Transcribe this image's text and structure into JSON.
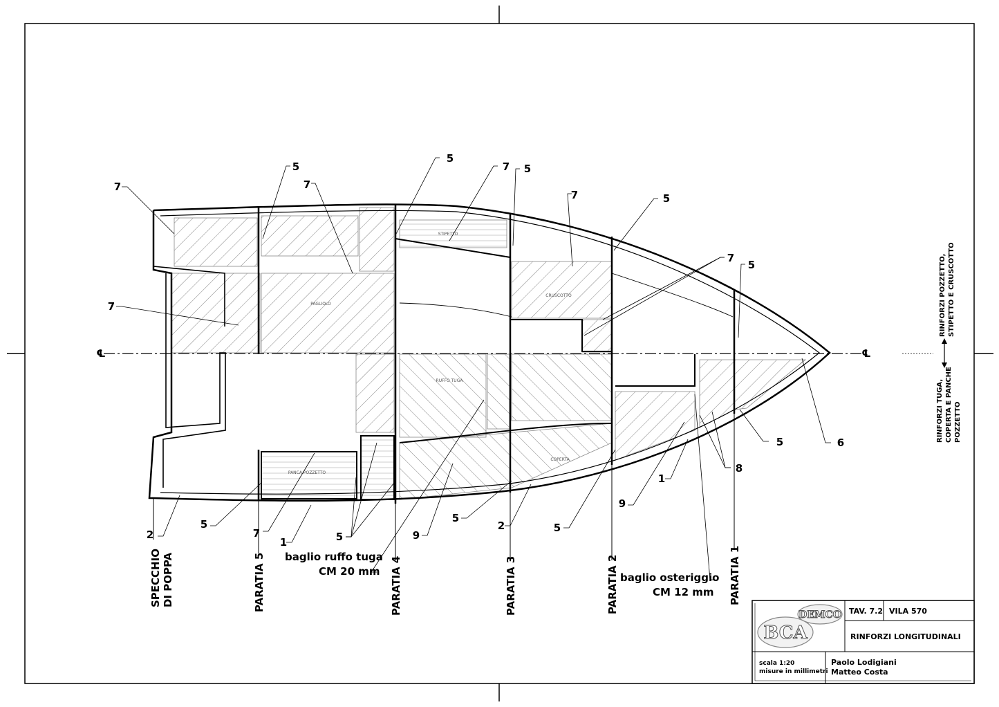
{
  "drawing": {
    "centerline_symbol": "℄",
    "bulkheads": [
      "SPECCHIO",
      "DI POPPA",
      "PARATIA 5",
      "PARATIA 4",
      "PARATIA 3",
      "PARATIA 2",
      "PARATIA 1"
    ],
    "beam_labels": {
      "ruffo_line1": "baglio ruffo tuga",
      "ruffo_line2": "CM 20 mm",
      "osteriggio_line1": "baglio osteriggio",
      "osteriggio_line2": "CM 12 mm"
    },
    "panels": {
      "stipetto": "STIPETTO",
      "pagliolo": "PAGLIOLO",
      "cruscotto": "CRUSCOTTO",
      "ruffo_tuga": "RUFFO TUGA",
      "coperta": "COPERTA",
      "panca_pozzetto": "PANCA POZZETTO"
    },
    "callouts": {
      "top": [
        "7",
        "5",
        "7",
        "7",
        "5",
        "7",
        "5",
        "7",
        "5",
        "5",
        "7",
        "7"
      ],
      "bottom": [
        "2",
        "5",
        "7",
        "1",
        "5",
        "9",
        "5",
        "2",
        "5",
        "9",
        "1",
        "8",
        "5",
        "6"
      ]
    },
    "side_notes": {
      "top_line1": "RINFORZI POZZETTO,",
      "top_line2": "STIPETTO E CRUSCOTTO",
      "bottom_line1": "RINFORZI TUGA,",
      "bottom_line2": "COPERTA E PANCHE",
      "bottom_line3": "POZZETTO"
    }
  },
  "title_block": {
    "logo_top": "DEMCO",
    "logo_main": "BCA",
    "sheet": "TAV. 7.2",
    "project": "VILA 570",
    "title": "RINFORZI LONGITUDINALI",
    "scale": "scala 1:20",
    "units": "misure in millimetri",
    "author1": "Paolo Lodigiani",
    "author2": "Matteo Costa"
  }
}
